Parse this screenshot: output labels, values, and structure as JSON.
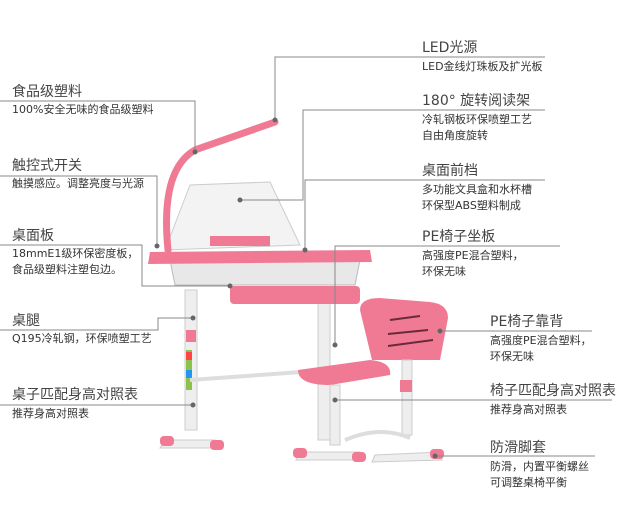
{
  "left_annotations": [
    {
      "title": "食品级塑料",
      "desc": [
        "100%安全无味的食品级塑料"
      ]
    },
    {
      "title": "触控式开关",
      "desc": [
        "触摸感应。调整亮度与光源"
      ]
    },
    {
      "title": "桌面板",
      "desc": [
        "18mmE1级环保密度板，",
        "食品级塑料注塑包边。"
      ]
    },
    {
      "title": "桌腿",
      "desc": [
        "Q195冷轧钢，环保喷塑工艺"
      ]
    },
    {
      "title": "桌子匹配身高对照表",
      "desc": [
        "推荐身高对照表"
      ]
    }
  ],
  "right_annotations": [
    {
      "title": "LED光源",
      "desc": [
        "LED金线灯珠板及扩光板"
      ]
    },
    {
      "title": "180° 旋转阅读架",
      "desc": [
        "冷轧钢板环保喷塑工艺",
        "自由角度旋转"
      ]
    },
    {
      "title": "桌面前档",
      "desc": [
        "多功能文具盒和水杯槽",
        "环保型ABS塑料制成"
      ]
    },
    {
      "title": "PE椅子坐板",
      "desc": [
        "高强度PE混合塑料，",
        "环保无味"
      ]
    },
    {
      "title": "PE椅子靠背",
      "desc": [
        "高强度PE混合塑料，",
        "环保无味"
      ]
    },
    {
      "title": "椅子匹配身高对照表",
      "desc": [
        "推荐身高对照表"
      ]
    },
    {
      "title": "防滑脚套",
      "desc": [
        "防滑，内置平衡螺丝",
        "可调整桌椅平衡"
      ]
    }
  ],
  "colors": {
    "pink": "#f07a93",
    "light_pink": "#f7b7c4",
    "frame": "#e8e8e8",
    "line": "#888888"
  }
}
